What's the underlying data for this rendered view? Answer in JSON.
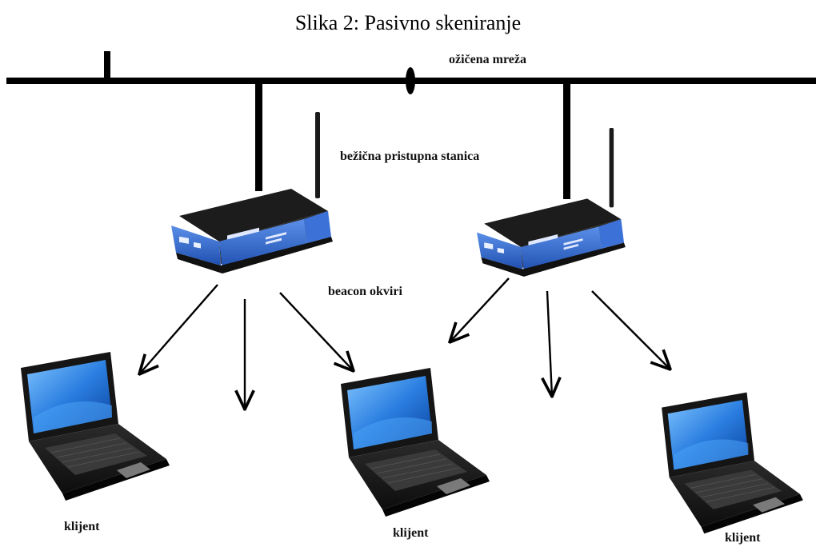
{
  "title": "Slika 2: Pasivno skeniranje",
  "labels": {
    "wired_network": "ožičena mreža",
    "access_point": "bežična pristupna stanica",
    "beacon_frames": "beacon okviri",
    "clients": [
      "klijent",
      "klijent",
      "klijent"
    ]
  },
  "colors": {
    "router_body": "#2f64c6",
    "router_dark": "#1a1a1a",
    "laptop_screen": "#2a7ee0",
    "line": "#000000"
  },
  "icons": [
    "router-icon",
    "laptop-icon",
    "arrow-icon"
  ]
}
